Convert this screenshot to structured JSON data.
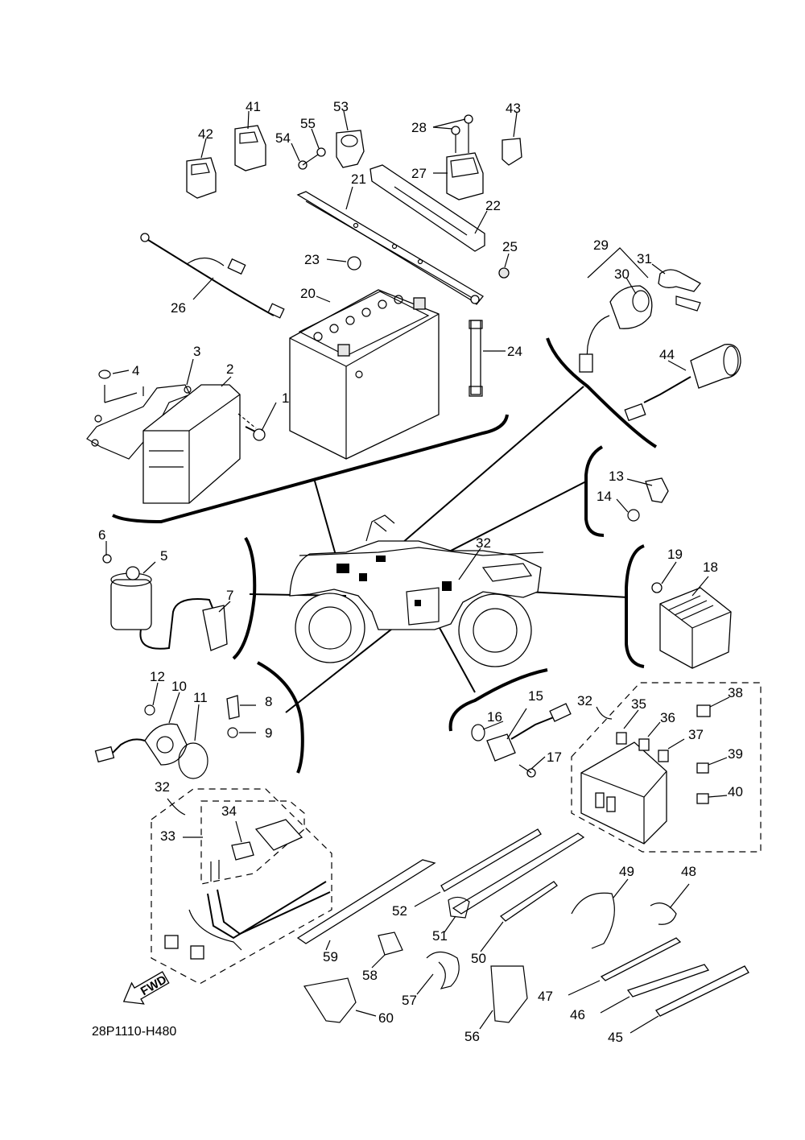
{
  "diagram_code": "28P1110-H480",
  "direction_arrow": "FWD",
  "part_numbers": [
    "1",
    "2",
    "3",
    "4",
    "5",
    "6",
    "7",
    "8",
    "9",
    "10",
    "11",
    "12",
    "13",
    "14",
    "15",
    "16",
    "17",
    "18",
    "19",
    "20",
    "21",
    "22",
    "23",
    "24",
    "25",
    "26",
    "27",
    "28",
    "29",
    "30",
    "31",
    "32",
    "33",
    "34",
    "35",
    "36",
    "37",
    "38",
    "39",
    "40",
    "41",
    "42",
    "43",
    "44",
    "45",
    "46",
    "47",
    "48",
    "49",
    "50",
    "51",
    "52",
    "53",
    "54",
    "55",
    "56",
    "57",
    "58",
    "59",
    "60"
  ],
  "bubble_part_number": "32"
}
